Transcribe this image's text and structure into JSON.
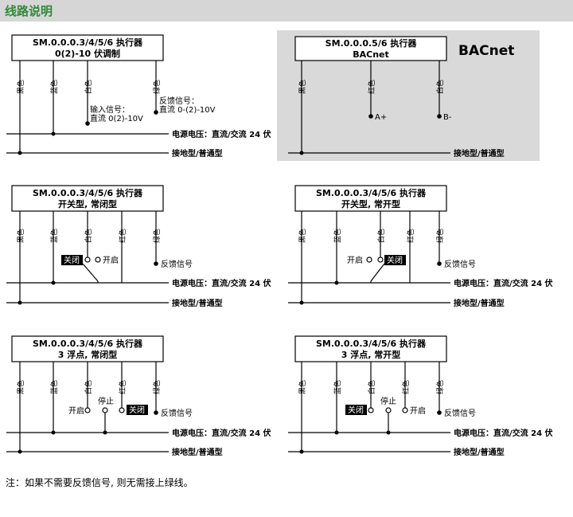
{
  "header": {
    "title": "线路说明"
  },
  "panels": {
    "p1": {
      "title1": "SM.0.0.0.3/4/5/6 执行器",
      "title2": "0(2)-10 伏调制",
      "wires": [
        "黑色",
        "蓝色",
        "白色",
        "绿色"
      ],
      "input_label1": "输入信号：",
      "input_label2": "直流 0(2)-10V",
      "feedback_label1": "反馈信号：",
      "feedback_label2": "直流 0-(2)-10V",
      "power": "电源电压：直流/交流 24 伏",
      "ground": "接地型/普通型"
    },
    "p2": {
      "title1": "SM.0.0.0.5/6 执行器",
      "title2": "BACnet",
      "brand": "BACnet",
      "wires": [
        "黑色",
        "红色",
        "白色"
      ],
      "a_label": "A+",
      "b_label": "B-",
      "ground": "接地型/普通型"
    },
    "p3": {
      "title1": "SM.0.0.0.3/4/5/6 执行器",
      "title2": "开关型, 常闭型",
      "wires": [
        "黑色",
        "蓝色",
        "白色",
        "红色",
        "绿色"
      ],
      "close_label": "关闭",
      "open_label": "开启",
      "feedback": "反馈信号",
      "power": "电源电压：直流/交流 24 伏",
      "ground": "接地型/普通型"
    },
    "p4": {
      "title1": "SM.0.0.0.3/4/5/6 执行器",
      "title2": "开关型, 常开型",
      "wires": [
        "黑色",
        "蓝色",
        "白色",
        "红色",
        "绿色"
      ],
      "open_label": "开启",
      "close_label": "关闭",
      "feedback": "反馈信号",
      "power": "电源电压：直流/交流 24 伏",
      "ground": "接地型/普通型"
    },
    "p5": {
      "title1": "SM.0.0.0.3/4/5/6 执行器",
      "title2": "3 浮点, 常闭型",
      "wires": [
        "黑色",
        "蓝色",
        "白色",
        "红色",
        "绿色"
      ],
      "open_label": "开启",
      "stop_label": "停止",
      "close_label": "关闭",
      "feedback": "反馈信号",
      "power": "电源电压：直流/交流 24 伏",
      "ground": "接地型/普通型"
    },
    "p6": {
      "title1": "SM.0.0.0.3/4/5/6 执行器",
      "title2": "3 浮点, 常开型",
      "wires": [
        "黑色",
        "蓝色",
        "白色",
        "红色",
        "绿色"
      ],
      "close_label": "关闭",
      "stop_label": "停止",
      "open_label": "开启",
      "feedback": "反馈信号",
      "power": "电源电压：直流/交流 24 伏",
      "ground": "接地型/普通型"
    }
  },
  "note": "注：如果不需要反馈信号, 则无需接上绿线。",
  "colors": {
    "header_bg": "#d6d6d6",
    "header_text": "#2e8b3a",
    "bacnet_bg": "#d9d9d9"
  }
}
